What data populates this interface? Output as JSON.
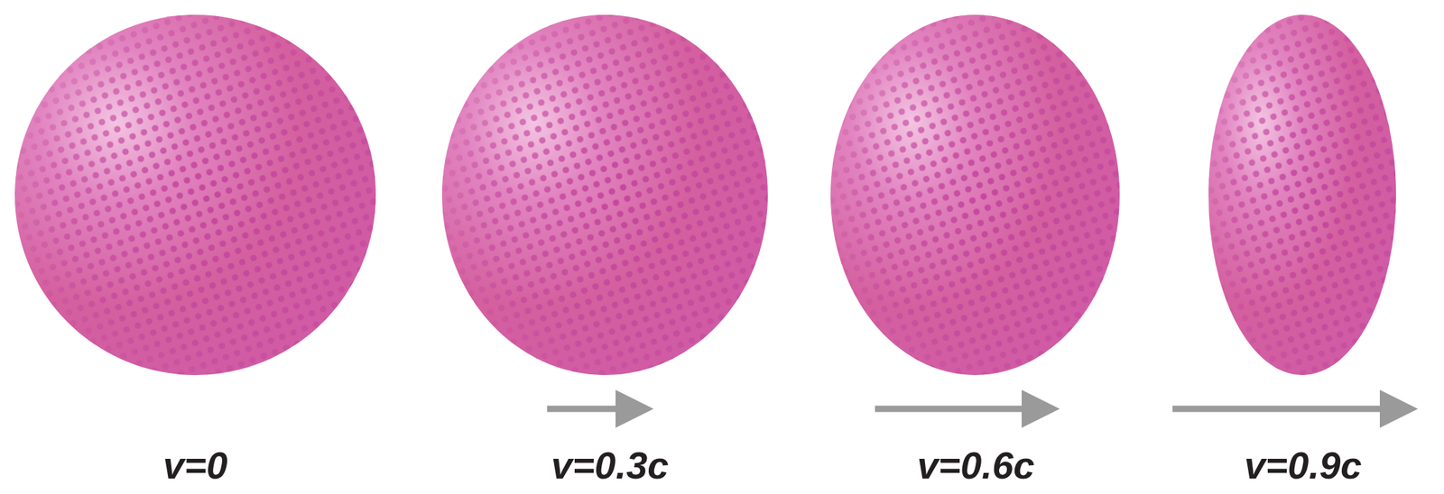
{
  "diagram": {
    "labels": [
      "v=0",
      "v=0.3c",
      "v=0.6c",
      "v=0.9c"
    ]
  }
}
